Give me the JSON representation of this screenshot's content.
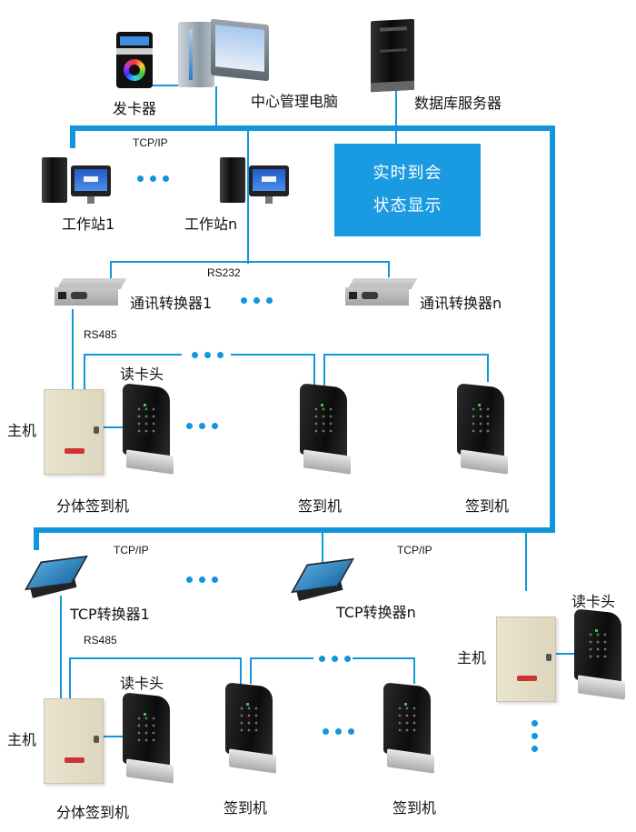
{
  "diagram": {
    "title": "签到系统网络拓扑",
    "colors": {
      "bus": "#1296db",
      "status_box": "#1a9ae0",
      "label": "#111111"
    },
    "top_tier": {
      "card_issuer": {
        "label": "发卡器",
        "icon": "card-issuer-icon"
      },
      "center_pc": {
        "label": "中心管理电脑",
        "icon": "desktop-pc-icon"
      },
      "db_server": {
        "label": "数据库服务器",
        "icon": "server-tower-icon"
      }
    },
    "status_display": {
      "line1": "实时到会",
      "line2": "状态显示"
    },
    "protocols": {
      "tcpip_top": "TCP/IP",
      "rs232": "RS232",
      "rs485_upper": "RS485",
      "tcpip_lower_left": "TCP/IP",
      "tcpip_lower_right": "TCP/IP",
      "rs485_lower": "RS485"
    },
    "workstations": [
      {
        "label": "工作站1",
        "icon": "workstation-icon"
      },
      {
        "label": "工作站n",
        "icon": "workstation-icon"
      }
    ],
    "serial_converters": [
      {
        "label": "通讯转换器1",
        "icon": "serial-converter-icon"
      },
      {
        "label": "通讯转换器n",
        "icon": "serial-converter-icon"
      }
    ],
    "upper_group": {
      "host_label": "主机",
      "reader_label": "读卡头",
      "split_device_label": "分体签到机",
      "checkin_labels": [
        "签到机",
        "签到机"
      ]
    },
    "tcp_converters": [
      {
        "label": "TCP转换器1",
        "icon": "tcp-converter-icon"
      },
      {
        "label": "TCP转换器n",
        "icon": "tcp-converter-icon"
      }
    ],
    "lower_group": {
      "host_label": "主机",
      "reader_label": "读卡头",
      "split_device_label": "分体签到机",
      "checkin_labels": [
        "签到机",
        "签到机"
      ]
    },
    "direct_group": {
      "host_label": "主机",
      "reader_label": "读卡头"
    }
  }
}
